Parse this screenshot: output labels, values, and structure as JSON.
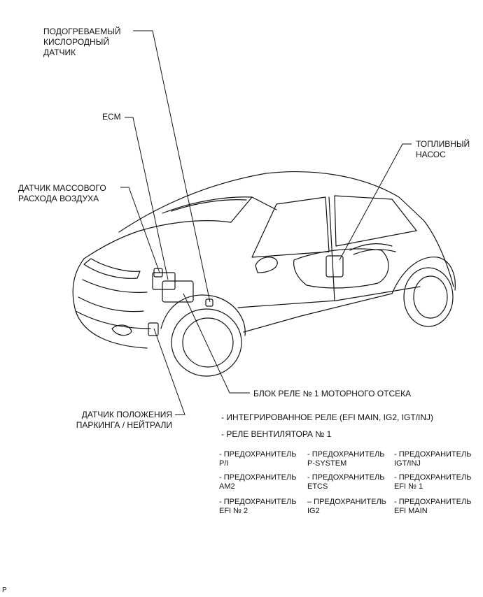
{
  "labels": {
    "o2_sensor": [
      "ПОДОГРЕВАЕМЫЙ",
      "КИСЛОРОДНЫЙ",
      "ДАТЧИК"
    ],
    "ecm": "ECM",
    "mass_air_flow": [
      "ДАТЧИК МАССОВОГО",
      "РАСХОДА ВОЗДУХА"
    ],
    "fuel_pump": [
      "ТОПЛИВНЫЙ",
      "НАСОС"
    ],
    "relay_block": "БЛОК РЕЛЕ № 1 МОТОРНОГО ОТСЕКА",
    "park_neutral": [
      "ДАТЧИК ПОЛОЖЕНИЯ",
      "ПАРКИНГА / НЕЙТРАЛИ"
    ]
  },
  "relay_items": {
    "integrated": "- ИНТЕГРИРОВАННОЕ РЕЛЕ (EFI MAIN, IG2, IGT/INJ)",
    "fan": "- РЕЛЕ ВЕНТИЛЯТОРА № 1"
  },
  "fuses": [
    [
      "- ПРЕДОХРАНИТЕЛЬ",
      "P/I"
    ],
    [
      "- ПРЕДОХРАНИТЕЛЬ",
      "P-SYSTEM"
    ],
    [
      "- ПРЕДОХРАНИТЕЛЬ",
      "IGT/INJ"
    ],
    [
      "- ПРЕДОХРАНИТЕЛЬ",
      "AM2"
    ],
    [
      "- ПРЕДОХРАНИТЕЛЬ",
      "ETCS"
    ],
    [
      "- ПРЕДОХРАНИТЕЛЬ",
      "EFI № 1"
    ],
    [
      "- ПРЕДОХРАНИТЕЛЬ",
      "EFI № 2"
    ],
    [
      "– ПРЕДОХРАНИТЕЛЬ",
      "IG2"
    ],
    [
      "- ПРЕДОХРАНИТЕЛЬ",
      "EFI MAIN"
    ]
  ],
  "corner_mark": "P"
}
